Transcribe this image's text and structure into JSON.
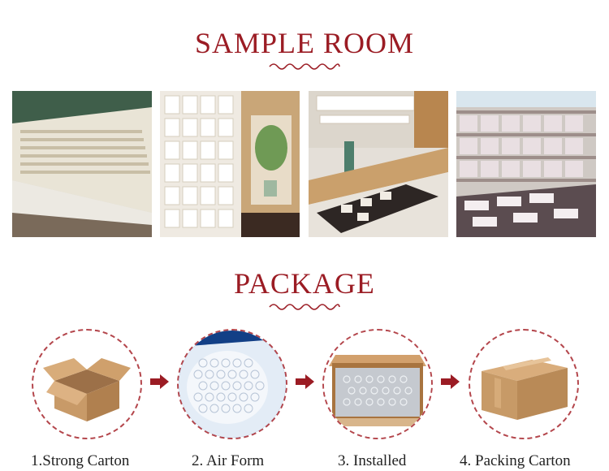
{
  "sample_room": {
    "title": "SAMPLE ROOM"
  },
  "package": {
    "title": "PACKAGE",
    "steps": [
      {
        "label": "1.Strong Carton",
        "icon": "open-carton-icon"
      },
      {
        "label": "2. Air Form",
        "icon": "bubble-wrap-icon"
      },
      {
        "label": "3. Installed",
        "icon": "wrapped-package-icon"
      },
      {
        "label": "4. Packing Carton",
        "icon": "sealed-carton-icon"
      }
    ]
  },
  "colors": {
    "accent": "#9b1c24",
    "circle_border": "#b4464c",
    "arrow": "#9b1c24",
    "cardboard": "#c89a68"
  }
}
